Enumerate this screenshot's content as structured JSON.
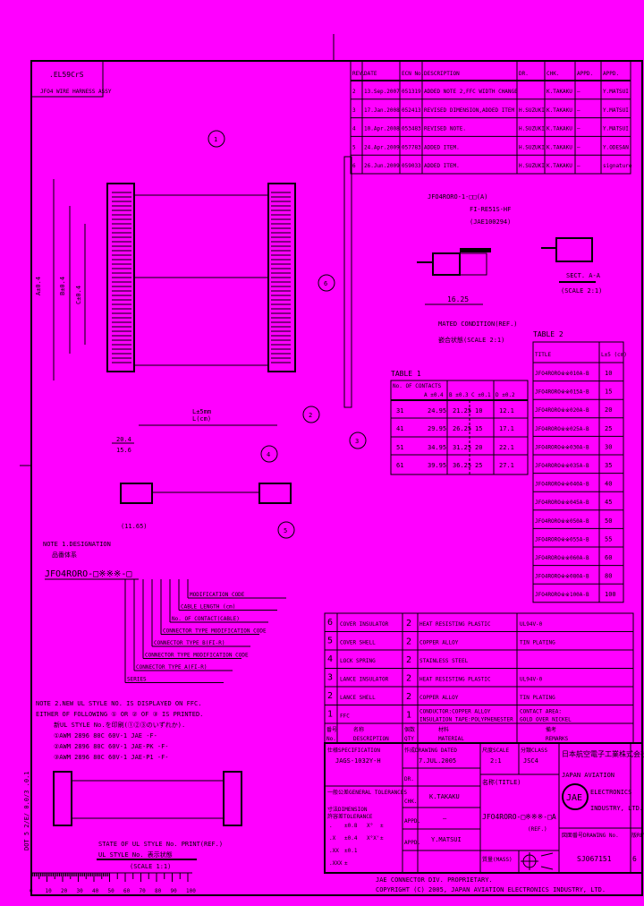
{
  "colors": {
    "background": "#ff00ff",
    "ink": "#000000"
  },
  "corner_label": {
    "code": ".EL59CrS",
    "subtitle": "JFO4 WIRE HARNESS ASSY"
  },
  "revisions": {
    "headers": [
      "REV.",
      "DATE",
      "ECN No.",
      "DESCRIPTION",
      "DR.",
      "CHK.",
      "APPD.",
      "APPD."
    ],
    "rows": [
      {
        "rev": "2",
        "date": "13.Sep.2007",
        "ecn": "051319",
        "desc": "ADDED NOTE 2,FFC WIDTH CHANGE",
        "dr": "",
        "chk": "K.TAKAKU",
        "appd1": "—",
        "appd2": "Y.MATSUI"
      },
      {
        "rev": "3",
        "date": "17.Jan.2008",
        "ecn": "052413",
        "desc": "REVISED DIMENSION,ADDED ITEM",
        "dr": "H.SUZUKI",
        "chk": "K.TAKAKU",
        "appd1": "—",
        "appd2": "Y.MATSUI"
      },
      {
        "rev": "4",
        "date": "10.Apr.2008",
        "ecn": "053483",
        "desc": "REVISED NOTE.",
        "dr": "H.SUZUKI",
        "chk": "K.TAKAKU",
        "appd1": "—",
        "appd2": "Y.MATSUI"
      },
      {
        "rev": "5",
        "date": "24.Apr.2009",
        "ecn": "057783",
        "desc": "ADDED ITEM.",
        "dr": "H.SUZUKI",
        "chk": "K.TAKAKU",
        "appd1": "—",
        "appd2": "Y.ODESAN"
      },
      {
        "rev": "6",
        "date": "26.Jun.2009",
        "ecn": "059033",
        "desc": "ADDED ITEM.",
        "dr": "H.SUZUKI",
        "chk": "K.TAKAKU",
        "appd1": "—",
        "appd2": "signature"
      }
    ]
  },
  "balloons": [
    "1",
    "2",
    "3",
    "4",
    "5",
    "6"
  ],
  "main_view": {
    "dim_a": "A±0.4",
    "dim_b": "B±0.4",
    "dim_c": "C±0.4",
    "dim_l": "L(cm)",
    "dim_length": "L±5mm",
    "dim_width": "20.4",
    "dim_width2": "15.6",
    "dim_small": "(11.65)"
  },
  "mated": {
    "part1": "JFO4RORO-1-□□(A)",
    "part2": "FI-RE51S-HF",
    "part2_sub": "(JAE100294)",
    "dim": "16.25",
    "title": "MATED CONDITION(REF.)",
    "scale": "嵌合状態(SCALE 2:1)",
    "section": "SECT. A-A",
    "section_scale": "(SCALE 2:1)"
  },
  "table1": {
    "title": "TABLE 1",
    "headers": [
      "No. OF CONTACTS",
      "A ±0.4",
      "B ±0.3",
      "C ±0.1",
      "D ±0.2"
    ],
    "rows": [
      [
        "31",
        "24.95",
        "21.25",
        "10",
        "12.1"
      ],
      [
        "41",
        "29.95",
        "26.25",
        "15",
        "17.1"
      ],
      [
        "51",
        "34.95",
        "31.25",
        "20",
        "22.1"
      ],
      [
        "61",
        "39.95",
        "36.25",
        "25",
        "27.1"
      ]
    ]
  },
  "table2": {
    "title": "TABLE 2",
    "headers": [
      "TITLE",
      "L±5 (cm)"
    ],
    "rows": [
      [
        "JFO4RORO※※010A-B",
        "10"
      ],
      [
        "JFO4RORO※※015A-B",
        "15"
      ],
      [
        "JFO4RORO※※020A-B",
        "20"
      ],
      [
        "JFO4RORO※※025A-B",
        "25"
      ],
      [
        "JFO4RORO※※030A-B",
        "30"
      ],
      [
        "JFO4RORO※※035A-B",
        "35"
      ],
      [
        "JFO4RORO※※040A-B",
        "40"
      ],
      [
        "JFO4RORO※※045A-B",
        "45"
      ],
      [
        "JFO4RORO※※050A-B",
        "50"
      ],
      [
        "JFO4RORO※※055A-B",
        "55"
      ],
      [
        "JFO4RORO※※060A-B",
        "60"
      ],
      [
        "JFO4RORO※※080A-B",
        "80"
      ],
      [
        "JFO4RORO※※100A-B",
        "100"
      ]
    ]
  },
  "designation": {
    "title": "NOTE 1.DESIGNATION",
    "subtitle": "品番体系",
    "code": "JFO4RORO-□※※※-□",
    "items": [
      "MODIFICATION CODE",
      "CABLE LENGTH (cm)",
      "No. OF CONTACT(CABLE)",
      "CONNECTOR TYPE MODIFICATION CODE",
      "CONNECTOR TYPE B(FI-R)",
      "CONNECTOR TYPE MODIFICATION CODE",
      "CONNECTOR TYPE A(FI-R)",
      "SERIES"
    ]
  },
  "notes": [
    "NOTE 2.NEW UL STYLE NO. IS DISPLAYED ON FFC.",
    "EITHER OF FOLLOWING ① OR ② OF ③ IS PRINTED.",
    "新UL STYLE No.を印刷(①②③のいずれか).",
    "①AWM 2896 80C 60V-1 JAE -F-",
    "②AWM 2896 80C 60V-1 JAE-PK -F-",
    "③AWM 2896 80C 60V-1 JAE-P1 -F-"
  ],
  "ffc_view": {
    "caption1": "STATE OF UL STYLE No. PRINT(REF.)",
    "caption2": "UL STYLE No. 表示状態",
    "scale": "(SCALE 1:1)"
  },
  "ruler": {
    "ticks": [
      "0",
      "10",
      "20",
      "30",
      "40",
      "50",
      "60",
      "70",
      "80",
      "90",
      "100"
    ]
  },
  "side_text": "DOT 5 2/E/ 0.0/3 .0.1",
  "parts": {
    "headers": [
      "No.",
      "DESCRIPTION",
      "QTY",
      "MATERIAL",
      "REMARKS"
    ],
    "header_cn": [
      "番号",
      "名称",
      "個数",
      "材料",
      "備考"
    ],
    "rows": [
      {
        "no": "6",
        "desc": "COVER INSULATOR",
        "qty": "2",
        "material": "HEAT RESISTING PLASTIC",
        "remarks": "UL94V-0"
      },
      {
        "no": "5",
        "desc": "COVER SHELL",
        "qty": "2",
        "material": "COPPER ALLOY",
        "remarks": "TIN PLATING"
      },
      {
        "no": "4",
        "desc": "LOCK SPRING",
        "qty": "2",
        "material": "STAINLESS STEEL",
        "remarks": ""
      },
      {
        "no": "3",
        "desc": "LANCE INSULATOR",
        "qty": "2",
        "material": "HEAT RESISTING PLASTIC",
        "remarks": "UL94V-0"
      },
      {
        "no": "2",
        "desc": "LANCE SHELL",
        "qty": "2",
        "material": "COPPER ALLOY",
        "remarks": "TIN PLATING"
      },
      {
        "no": "1",
        "desc": "FFC",
        "qty": "1",
        "material": "CONDUCTOR:COPPER ALLOY",
        "material2": "INSULATION TAPE:POLYPHENESTER",
        "remarks": "CONTACT AREA:",
        "remarks2": "GOLD OVER NICKEL"
      }
    ]
  },
  "title_block": {
    "spec_label": "仕様SPECIFICATION",
    "spec_value": "JAGS-1032Y-H",
    "date_label": "作成DRAWING DATED",
    "date_value": "7.JUL.2005",
    "scale_label": "尺度SCALE",
    "scale_value": "2:1",
    "class_label": "分類CLASS",
    "class_value": "JSC4",
    "dr_label": "DR.",
    "chk_label": "CHK.",
    "chk_value": "K.TAKAKU",
    "appd_label": "APPD.",
    "appd_value": "—",
    "appd2_label": "APPD.",
    "appd2_value": "Y.MATSUI",
    "tol_label": "一般公差GENERAL TOLERANCES",
    "dim_label": "寸法DIMENSION",
    "tol_col": "許容差TOLERANCE",
    "tolerances": [
      [
        ".",
        "±0.8",
        "X°",
        "±"
      ],
      [
        ".X",
        "±0.4",
        "X°X'",
        "±"
      ],
      [
        ".XX",
        "±0.1",
        "",
        ""
      ],
      [
        ".XXX",
        "±",
        "",
        ""
      ]
    ],
    "title_label": "名称(TITLE)",
    "title_value": "JFO4RORO-□※※※-□A",
    "title_sub": "(REF.)",
    "mass_label": "質量(MASS)",
    "company_jp": "日本航空電子工業株式会社",
    "company_en1": "JAPAN AVIATION",
    "company_en2": "ELECTRONICS",
    "company_en3": "INDUSTRY, LTD.",
    "logo": "JAE",
    "drawing_no_label": "図面番号DRAWING No.",
    "drawing_no": "SJ067151",
    "sheet_label": "版REV.",
    "sheet": "6",
    "proprietary": "JAE CONNECTOR DIV. PROPRIETARY.",
    "copyright": "COPYRIGHT (C) 2005, JAPAN AVIATION ELECTRONICS INDUSTRY, LTD."
  }
}
